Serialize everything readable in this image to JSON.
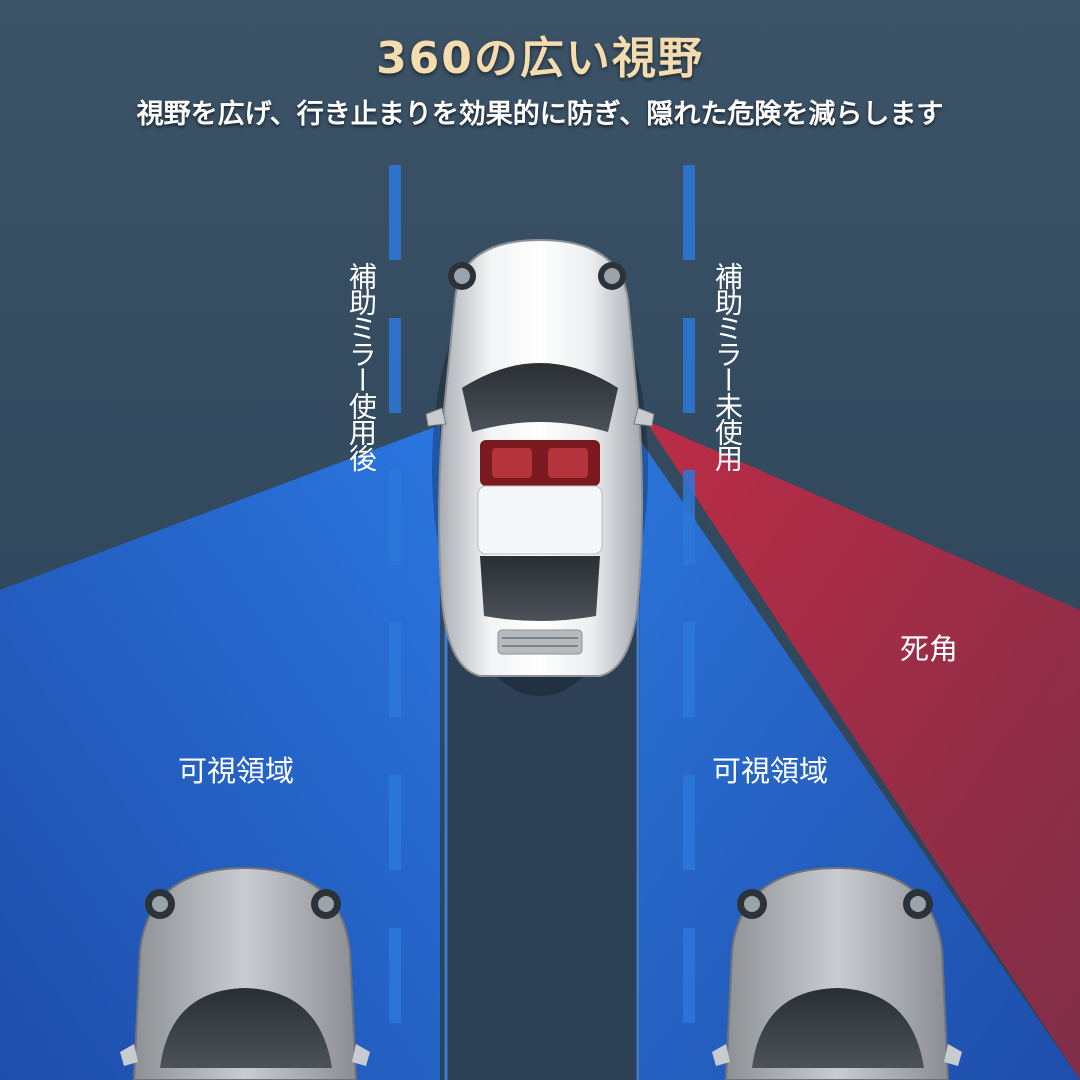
{
  "header": {
    "title": "360の広い視野",
    "subtitle": "視野を広げ、行き止まりを効果的に防ぎ、隠れた危険を減らします"
  },
  "labels": {
    "mirror_used": "補助ミラー使用後",
    "mirror_unused": "補助ミラー未使用",
    "visible_area_left": "可視領域",
    "visible_area_right": "可視領域",
    "blind_spot": "死角"
  },
  "colors": {
    "title": "#f4dcae",
    "visible_zone": "#1f5fd0",
    "blind_zone": "#b3243d",
    "lane_line": "#2b7be0",
    "car_body": "#d8dbde"
  }
}
